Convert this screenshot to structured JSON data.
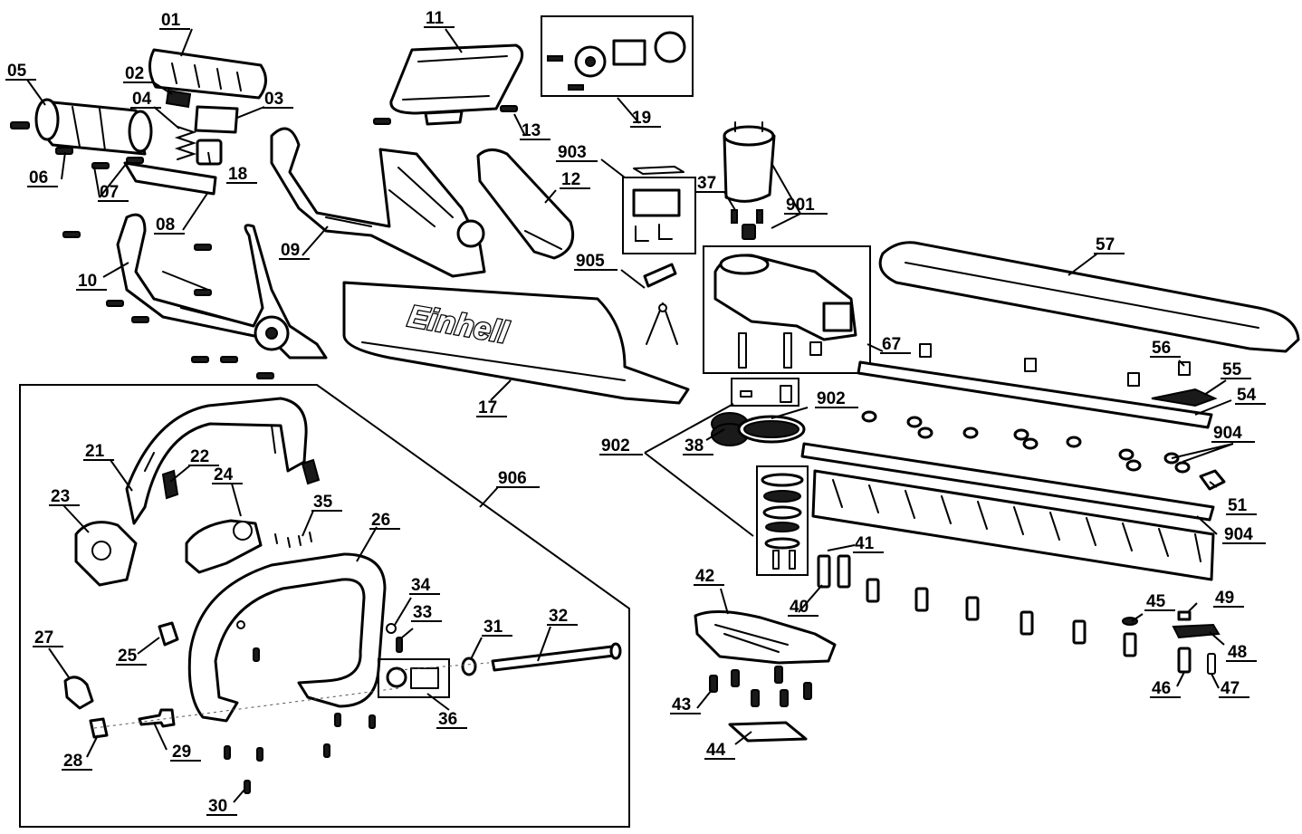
{
  "brand_text": "Einhell",
  "labels": {
    "l01": "01",
    "l02": "02",
    "l03": "03",
    "l04": "04",
    "l05": "05",
    "l06": "06",
    "l07": "07",
    "l08": "08",
    "l09": "09",
    "l10": "10",
    "l11": "11",
    "l12": "12",
    "l13": "13",
    "l17": "17",
    "l18": "18",
    "l19": "19",
    "l21": "21",
    "l22": "22",
    "l23": "23",
    "l24": "24",
    "l25": "25",
    "l26": "26",
    "l27": "27",
    "l28": "28",
    "l29": "29",
    "l30": "30",
    "l31": "31",
    "l32": "32",
    "l33": "33",
    "l34": "34",
    "l35": "35",
    "l36": "36",
    "l37": "37",
    "l38": "38",
    "l40": "40",
    "l41": "41",
    "l42": "42",
    "l43": "43",
    "l44": "44",
    "l45": "45",
    "l46": "46",
    "l47": "47",
    "l48": "48",
    "l49": "49",
    "l51": "51",
    "l54": "54",
    "l55": "55",
    "l56": "56",
    "l57": "57",
    "l67": "67",
    "l901": "901",
    "l902a": "902",
    "l902b": "902",
    "l903": "903",
    "l904a": "904",
    "l904b": "904",
    "l905": "905",
    "l906": "906"
  }
}
